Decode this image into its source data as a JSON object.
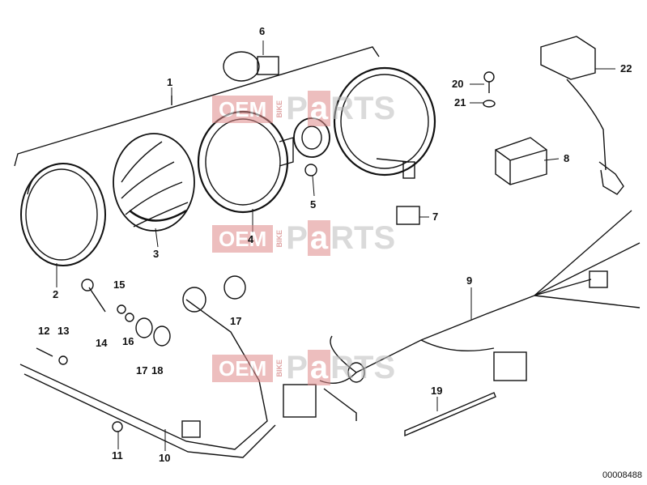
{
  "callouts": [
    "1",
    "2",
    "3",
    "4",
    "5",
    "6",
    "7",
    "8",
    "9",
    "10",
    "11",
    "12",
    "13",
    "14",
    "15",
    "16",
    "17",
    "17",
    "18",
    "19",
    "20",
    "21",
    "22"
  ],
  "doc_id": "00008488",
  "watermark": {
    "oem": "OEM",
    "bike": "BIKE",
    "parts_a": "P",
    "parts_b": "a",
    "parts_c": "RTS"
  },
  "colors": {
    "line": "#111111",
    "watermark_red": "#e08a8a",
    "watermark_gray": "#bdbdbd"
  }
}
